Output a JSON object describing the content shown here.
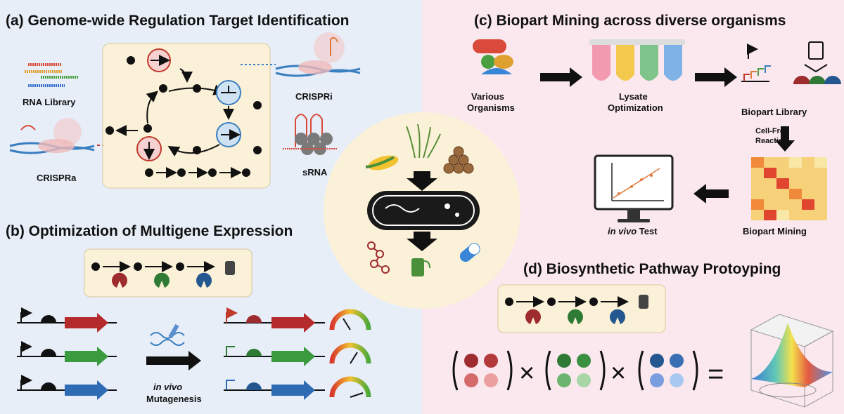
{
  "panels": {
    "a": {
      "title": "(a) Genome-wide Regulation Target Identification",
      "rna_library": "RNA Library",
      "crispri": "CRISPRi",
      "crispra": "CRISPRa",
      "srna": "sRNA"
    },
    "b": {
      "title": "(b) Optimization of Multigene Expression",
      "in_vivo": "in vivo",
      "mutagenesis": "Mutagenesis"
    },
    "c": {
      "title": "(c) Biopart Mining across diverse organisms",
      "various": "Various",
      "organisms": "Organisms",
      "lysate": "Lysate",
      "optimization": "Optimization",
      "biopart_library": "Biopart Library",
      "cell_free": "Cell-Free",
      "reaction": "Reaction",
      "biopart_mining": "Biopart Mining",
      "in_vivo": "in vivo",
      "test": " Test"
    },
    "d": {
      "title": "(d) Biosynthetic Pathway Protoyping",
      "times": "×",
      "equals": "="
    }
  },
  "colors": {
    "panel_a_bg": "#e7eef8",
    "panel_c_bg": "#fbe8ef",
    "box_bg": "#fbf1d8",
    "red": "#9e2b2e",
    "green": "#2f7a35",
    "blue": "#24578f"
  }
}
